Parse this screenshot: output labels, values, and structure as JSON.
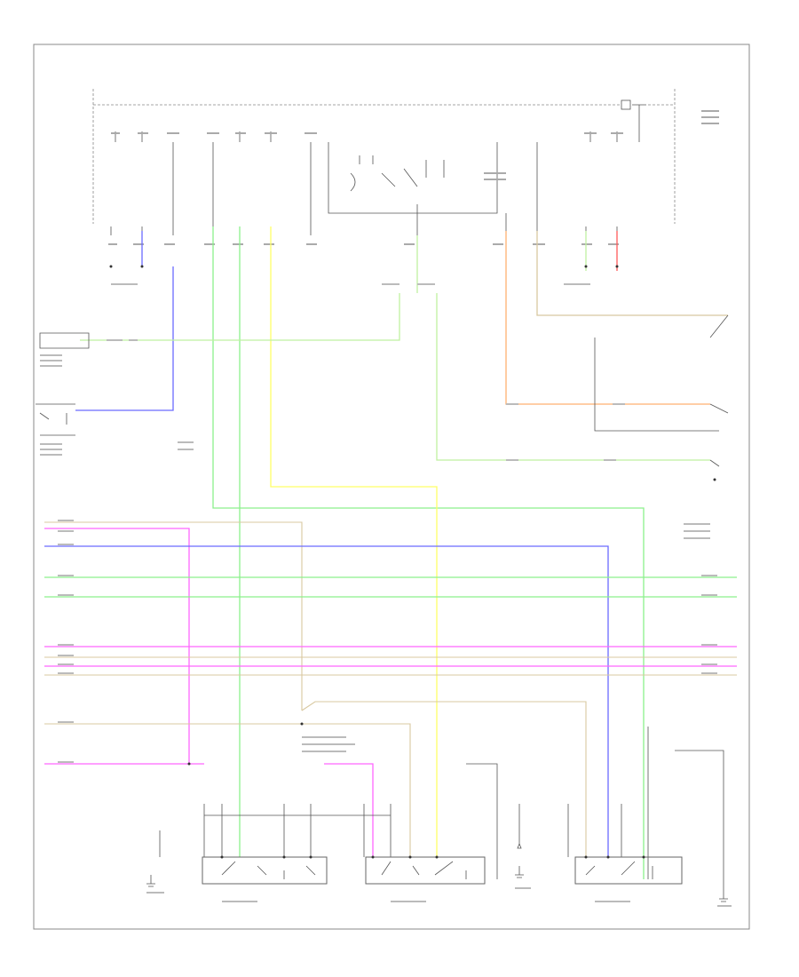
{
  "diagram": {
    "footer_code": "",
    "colors": {
      "green": "#8cf08c",
      "blue": "#6b6bff",
      "yellow": "#ffff66",
      "pink": "#ff66ff",
      "orange": "#ffb070",
      "tan": "#d8c8a0",
      "lightgreen": "#bff0a0",
      "red": "#ff5a5a"
    },
    "components": [
      {
        "id": "top-fuse-module",
        "label": ""
      },
      {
        "id": "left-rear-door-lock-actuator",
        "label": ""
      },
      {
        "id": "right-rear-door-lock-actuator",
        "label": ""
      },
      {
        "id": "left-front-door-lock-actuator",
        "label": ""
      },
      {
        "id": "door-lock-switch-module",
        "label": ""
      },
      {
        "id": "ground-left-1",
        "label": ""
      },
      {
        "id": "ground-mid",
        "label": ""
      },
      {
        "id": "ground-right",
        "label": ""
      }
    ]
  }
}
